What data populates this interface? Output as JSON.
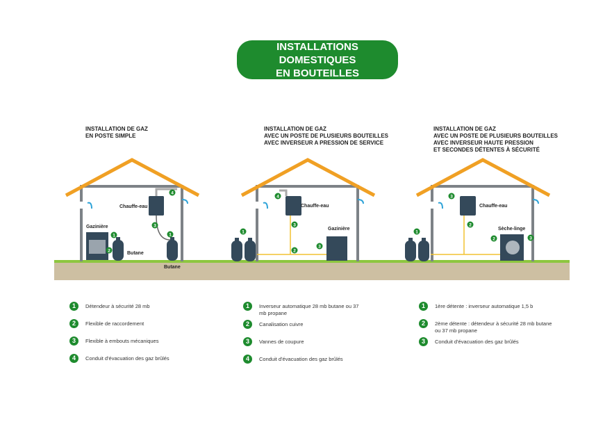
{
  "title": {
    "line1": "INSTALLATIONS DOMESTIQUES",
    "line2": "EN BOUTEILLES"
  },
  "houses": [
    {
      "title": [
        "INSTALLATION DE GAZ",
        "EN POSTE SIMPLE"
      ],
      "labels": {
        "heater": "Chauffe-eau",
        "appliance": "Gazinière",
        "bottle1": "Butane",
        "bottle2": "Butane"
      },
      "legend": [
        "Détendeur à sécurité 28 mb",
        "Flexible de raccordement",
        "Flexible à embouts mécaniques",
        "Conduit d'évacuation des gaz brûlés"
      ]
    },
    {
      "title": [
        "INSTALLATION DE GAZ",
        "AVEC UN POSTE DE PLUSIEURS BOUTEILLES",
        "AVEC INVERSEUR A PRESSION DE SERVICE"
      ],
      "labels": {
        "heater": "Chauffe-eau",
        "appliance": "Gazinière"
      },
      "legend": [
        "Inverseur automatique 28 mb butane ou 37 mb propane",
        "Canalisation cuivre",
        "Vannes de coupure",
        "Conduit d'évacuation des gaz brûlés"
      ]
    },
    {
      "title": [
        "INSTALLATION DE GAZ",
        "AVEC UN POSTE DE PLUSIEURS BOUTEILLES",
        "AVEC INVERSEUR HAUTE PRESSION",
        "ET SECONDES DÉTENTES À SÉCURITÉ"
      ],
      "labels": {
        "heater": "Chauffe-eau",
        "appliance": "Sèche-linge"
      },
      "legend": [
        "1ère détente : inverseur automatique 1,5 b",
        "2ème détente : détendeur à sécurité 28 mb butane ou 37 mb propane",
        "Conduit d'évacuation des gaz brûlés"
      ]
    }
  ],
  "colors": {
    "green": "#1e8b2e",
    "roof": "#f0a024",
    "wall": "#7d8287",
    "ground": "#8dc63f",
    "soil": "#cdbfa2",
    "appliance": "#34495a",
    "pipe": "#f2c230"
  }
}
